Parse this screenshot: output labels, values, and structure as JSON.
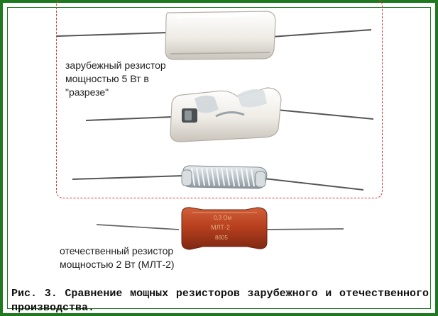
{
  "labels": {
    "foreign": "зарубежный резистор\nмощностью 5 Вт в\n\"разрезе\"",
    "domestic": "отечественный резистор\nмощностью 2 Вт (МЛТ-2)"
  },
  "resistor_markings": {
    "line1": "0,3 Ом",
    "line2": "МЛТ-2",
    "line3": "8605"
  },
  "caption": "Рис. 3. Сравнение мощных резисторов зарубежного и отечественного производства.",
  "colors": {
    "frame": "#1f7a1f",
    "dashed_border": "#d23b3b",
    "ceramic": "#f2efe9",
    "mlt_body": "#b8401e",
    "lead_wire": "#5a5a5a"
  }
}
